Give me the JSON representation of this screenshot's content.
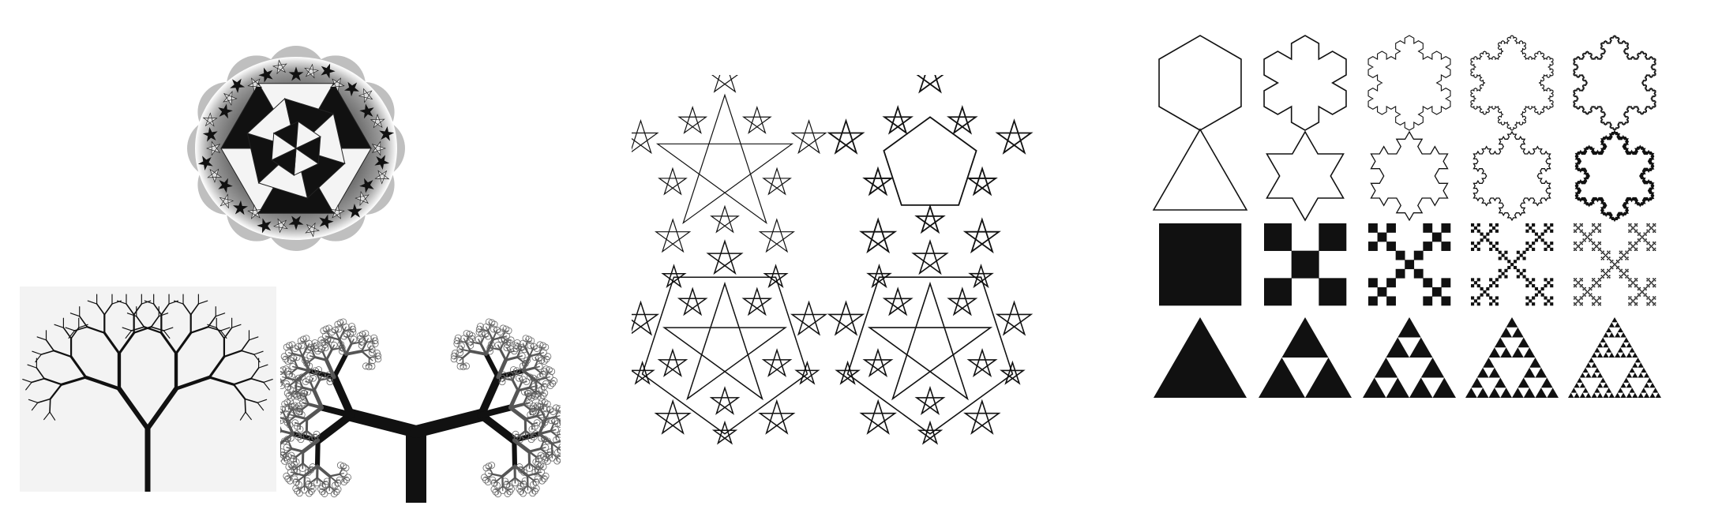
{
  "figure": {
    "panels": [
      "hexaflake-tiling",
      "binary-fractal-tree",
      "pythagoras-style-tree",
      "pentaflake-iterations",
      "iteration-grid"
    ],
    "grid_rows": [
      "koch-antisnowflake",
      "koch-snowflake",
      "vicsek-fractal",
      "sierpinski-triangle"
    ],
    "grid_columns": 5,
    "pentaflake_panels": 4,
    "colors": {
      "ink": "#111111",
      "background": "#ffffff",
      "tree_bg": "#f3f3f3",
      "halo": "#9a9a9a"
    }
  }
}
